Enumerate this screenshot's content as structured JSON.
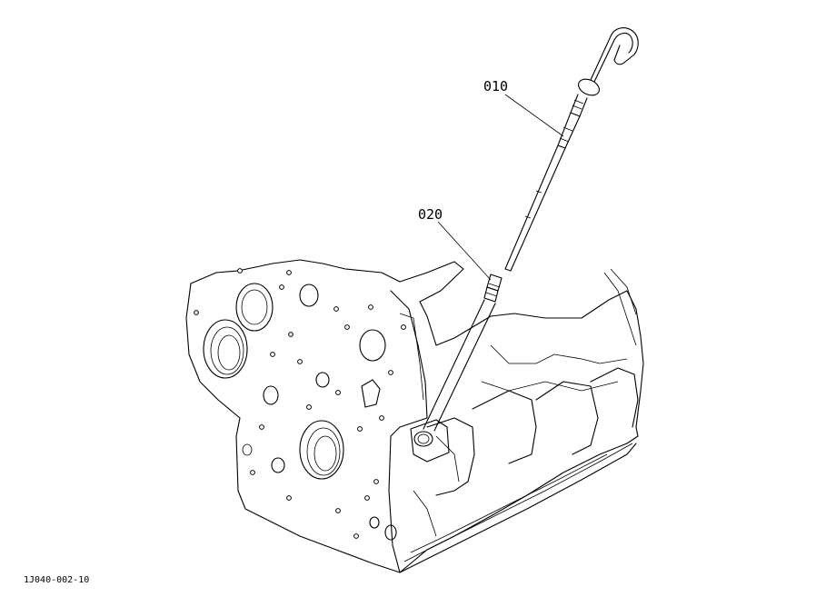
{
  "diagram": {
    "figure_id": "1J040-002-10",
    "callouts": [
      {
        "label": "010",
        "part": "dipstick"
      },
      {
        "label": "020",
        "part": "dipstick-guide-tube"
      }
    ]
  }
}
